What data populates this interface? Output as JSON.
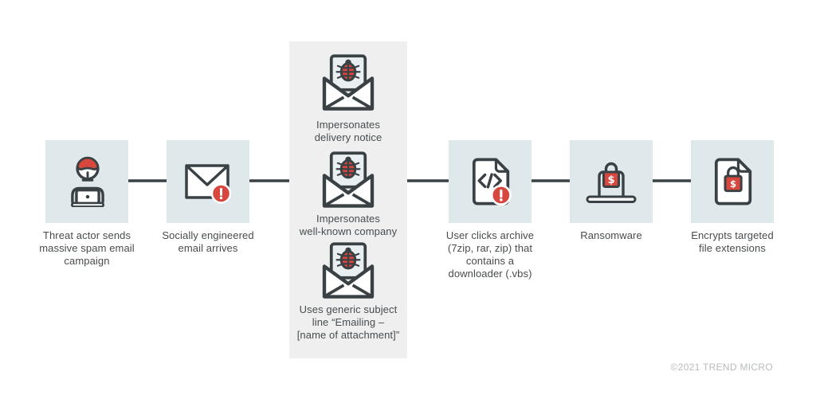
{
  "diagram": {
    "title_semantics": "Ransomware spam email infection chain",
    "steps": [
      {
        "id": "threat-actor",
        "icon": "threat-actor-icon",
        "label": "Threat actor sends\nmassive spam email\ncampaign"
      },
      {
        "id": "email-arrives",
        "icon": "alert-envelope-icon",
        "label": "Socially engineered\nemail arrives"
      },
      {
        "id": "archive-click",
        "icon": "code-file-alert-icon",
        "label": "User clicks archive\n(7zip, rar, zip) that\ncontains a\ndownloader (.vbs)"
      },
      {
        "id": "ransomware",
        "icon": "laptop-lock-icon",
        "label": "Ransomware"
      },
      {
        "id": "encrypts",
        "icon": "file-lock-icon",
        "label": "Encrypts targeted\nfile extensions"
      }
    ],
    "email_tactics": [
      {
        "icon": "bug-envelope-icon",
        "label": "Impersonates\ndelivery notice"
      },
      {
        "icon": "bug-envelope-icon",
        "label": "Impersonates\nwell-known company"
      },
      {
        "icon": "bug-envelope-icon",
        "label": "Uses generic subject\nline “Emailing –\n[name of attachment]”"
      }
    ],
    "glyphs": {
      "dollar": "$"
    },
    "colors": {
      "accent_red": "#d8473d",
      "outline_dark": "#3a4145",
      "step_box_bg": "#dfe8eb",
      "panel_bg": "#efefef",
      "label_text": "#474c4f",
      "footer_text": "#b8bbbd"
    },
    "footer": {
      "copyright": "©2021 TREND MICRO"
    }
  }
}
